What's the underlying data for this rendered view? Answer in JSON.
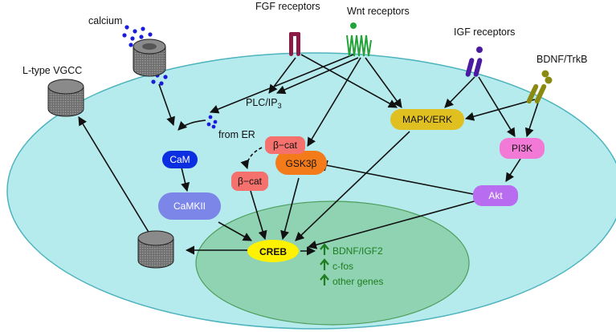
{
  "labels": {
    "calcium": "calcium",
    "fgf_receptors": "FGF receptors",
    "wnt_receptors": "Wnt receptors",
    "igf_receptors": "IGF receptors",
    "bdnf_trkb": "BDNF/TrkB",
    "l_type_vgcc": "L-type VGCC",
    "plc_ip3_main": "PLC/IP",
    "plc_ip3_sub": "3",
    "from_er": "from ER"
  },
  "nodes": {
    "cam": "CaM",
    "camkii": "CaMKII",
    "creb": "CREB",
    "mapk_erk": "MAPK/ERK",
    "pi3k": "PI3K",
    "akt": "Akt",
    "gsk3b": "GSK3β",
    "beta_cat_1": "β−cat",
    "beta_cat_2": "β−cat"
  },
  "targets": [
    "BDNF/IGF2",
    "c-fos",
    "other genes"
  ],
  "colors": {
    "cell": "#b6ebee",
    "cell_border": "#4db3bd",
    "nucleus": "#8fd3b3",
    "nucleus_border": "#4f9e5c",
    "cam": "#0b2ee0",
    "camkii": "#7c86e8",
    "creb": "#fff200",
    "mapk": "#e0c020",
    "pi3k": "#f27ad6",
    "akt": "#b86df0",
    "gsk3b": "#f47b1a",
    "beta_cat": "#f4716e",
    "fgf": "#8b1a45",
    "wnt": "#23a23a",
    "igf": "#4a1aa0",
    "bdnf": "#8a8a10",
    "calcium_dots": "#1b1bdb",
    "channel": "#7b7b7b",
    "target_arrows": "#1e7d1e"
  },
  "icons": [
    "up-arrow-icon"
  ]
}
